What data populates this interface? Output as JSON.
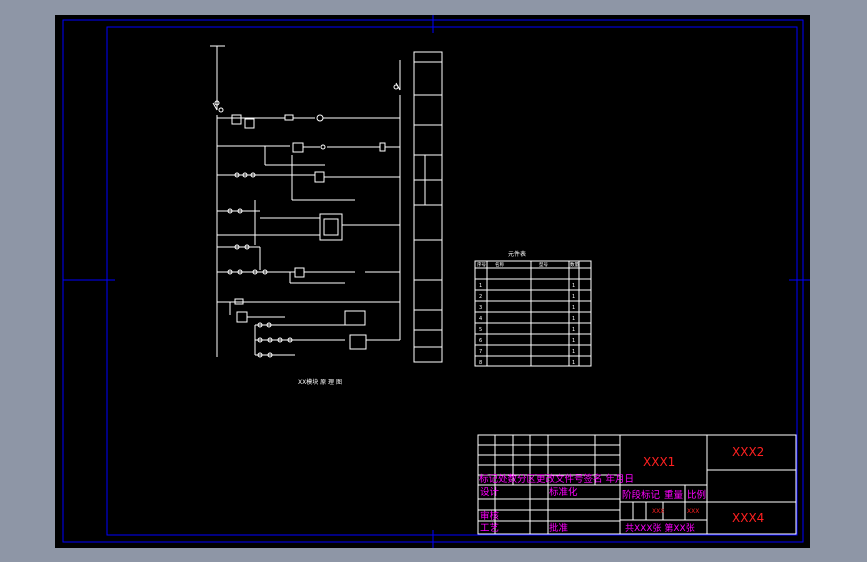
{
  "colors": {
    "background_gray": "#8e96a6",
    "sheet": "#000000",
    "frame_blue": "#0000ff",
    "lines": "#ffffff",
    "title_red": "#ff2020",
    "title_magenta": "#ff00ff"
  },
  "schematic_caption": "XX模块 原 理 图",
  "parts_table": {
    "title": "元件表",
    "headers": [
      "序号",
      "名称",
      "型号",
      "数量"
    ],
    "rows": [
      {
        "no": "1",
        "qty": "1"
      },
      {
        "no": "2",
        "qty": "1"
      },
      {
        "no": "3",
        "qty": "1"
      },
      {
        "no": "4",
        "qty": "1"
      },
      {
        "no": "5",
        "qty": "1"
      },
      {
        "no": "6",
        "qty": "1"
      },
      {
        "no": "7",
        "qty": "1"
      },
      {
        "no": "8",
        "qty": "1"
      }
    ]
  },
  "title_block": {
    "name1": "XXX1",
    "name2": "XXX2",
    "name4": "XXX4",
    "rev_header": "标记处数分区更改文件号签名 年月日",
    "design": "设计",
    "standardize": "标准化",
    "review": "审核",
    "process": "工艺",
    "approve": "批准",
    "stage_mark": "阶段标记",
    "weight": "重量",
    "scale": "比例",
    "weight_val": "XXX",
    "scale_val": "XXX",
    "sheets": "共XXX张 第XX张"
  }
}
